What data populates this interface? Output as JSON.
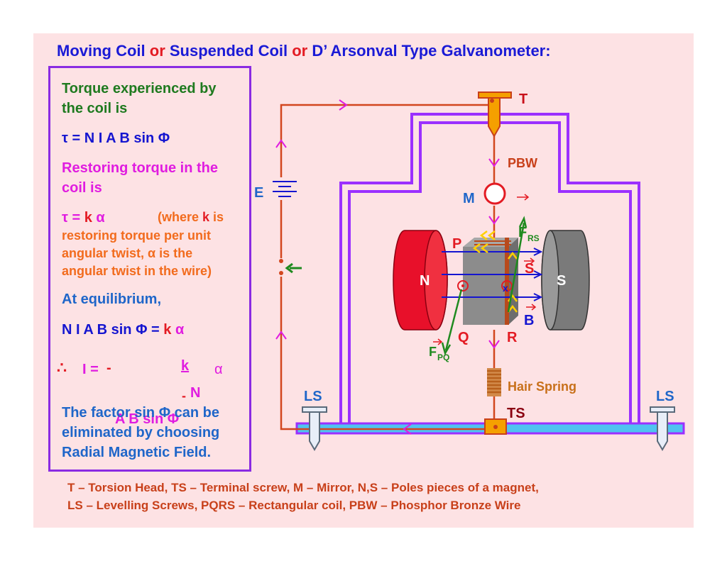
{
  "title": {
    "part1": "Moving Coil ",
    "or1": "or",
    "part2": " Suspended Coil ",
    "or2": "or",
    "part3": " D’ Arsonval Type Galvanometer:"
  },
  "text_panel": {
    "torque_heading_line1": "Torque experienced by",
    "torque_heading_line2": "the coil is",
    "torque_eq": "τ = N I A B sin Φ",
    "restoring_line1": "Restoring torque in the",
    "restoring_line2": "coil is",
    "restoring_eq_prefix": "τ = ",
    "restoring_eq_k": "k",
    "restoring_eq_alpha": " α",
    "where_line1_pre": "(where ",
    "where_line1_k": "k",
    "where_line1_post": " is",
    "where_line2": "restoring torque per unit",
    "where_line3": "angular twist, α is the",
    "where_line4": "angular twist in the wire)",
    "equilibrium": "At equilibrium,",
    "eq_balance_pre": "N I A B sin Φ = ",
    "eq_balance_k": "k",
    "eq_balance_alpha": " α",
    "therefore": "∴",
    "i_equals": "I =",
    "frac_k": "k",
    "frac_alpha": "α",
    "frac_n": "N",
    "frac_absin": "A B sin Φ",
    "factor_line1": "The factor sin Φ can be",
    "factor_line2": "eliminated by choosing",
    "factor_line3": "Radial Magnetic Field."
  },
  "diagram_labels": {
    "T": "T",
    "PBW": "PBW",
    "M": "M",
    "E": "E",
    "P": "P",
    "F_RS": "F",
    "F_RS_sub": "RS",
    "S_coil": "S",
    "N_pole": "N",
    "S_pole": "S",
    "x": "x",
    "B": "B",
    "Q": "Q",
    "R": "R",
    "F_PQ": "F",
    "F_PQ_sub": "PQ",
    "hair_spring": "Hair Spring",
    "LS_left": "LS",
    "LS_right": "LS",
    "TS": "TS"
  },
  "legend": {
    "line1": "T – Torsion Head,    TS – Terminal screw,     M – Mirror,     N,S – Poles pieces of a magnet,",
    "line2": "LS – Levelling Screws,    PQRS – Rectangular coil,  PBW – Phosphor Bronze Wire"
  },
  "colors": {
    "background": "#fde2e4",
    "frame": "#9b30ff",
    "wire": "#d2461e",
    "current_arrow": "#e01ce0",
    "field_lines": "#1515d0",
    "magnet_north": "#e8102a",
    "magnet_south": "#7a7a7a",
    "coil": "#8c8c8c",
    "base": "#4fc3f0"
  }
}
